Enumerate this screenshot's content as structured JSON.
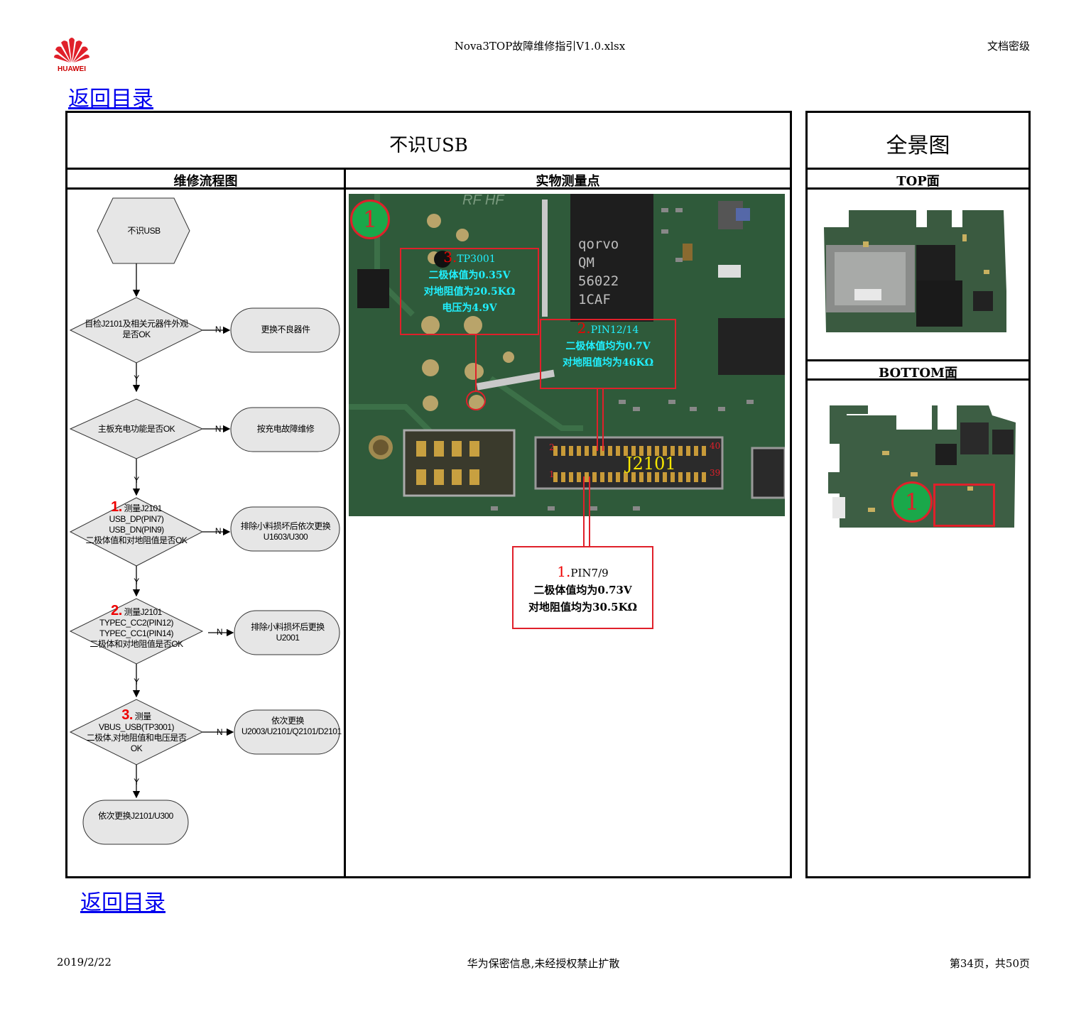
{
  "header": {
    "logo_text": "HUAWEI",
    "file_title": "Nova3TOP故障维修指引V1.0.xlsx",
    "classification": "文档密级"
  },
  "nav": {
    "back_top": "返回目录",
    "back_bottom": "返回目录"
  },
  "table": {
    "main_title": "不识USB",
    "panorama_title": "全景图",
    "col_flow": "维修流程图",
    "col_points": "实物测量点",
    "top_face": "TOP面",
    "bottom_face": "BOTTOM面"
  },
  "flow": {
    "start": "不识USB",
    "d1": "目检J2101及相关元器件外观是否OK",
    "a1": "更换不良器件",
    "d2": "主板充电功能是否OK",
    "a2": "按充电故障维修",
    "d3_num": "1.",
    "d3": "测量J2101",
    "d3_l2": "USB_DP(PIN7)",
    "d3_l3": "USB_DN(PIN9)",
    "d3_l4": "二极体值和对地阻值是否OK",
    "a3": "排除小料损坏后依次更换U1603/U300",
    "d4_num": "2.",
    "d4": "测量J2101",
    "d4_l2": "TYPEC_CC2(PIN12)",
    "d4_l3": "TYPEC_CC1(PIN14)",
    "d4_l4": "二极体和对地阻值是否OK",
    "a4": "排除小料损坏后更换U2001",
    "d5_num": "3.",
    "d5": "测量",
    "d5_l2": "VBUS_USB(TP3001)",
    "d5_l3": "二极体,对地阻值和电压是否OK",
    "a5": "依次更换U2003/U2101/Q2101/D2101",
    "end": "依次更换J2101/U300",
    "n": "N",
    "y": "Y"
  },
  "photo": {
    "badge": "1",
    "chip_lines": [
      "qorvo",
      "QM",
      "56022",
      "1CAF"
    ],
    "connector_label": "J2101",
    "pin_2": "2",
    "pin_1": "1",
    "pin_40": "40",
    "pin_39": "39",
    "silk_rf": "RF HF",
    "ann3_num": "3.",
    "ann3_title": "TP3001",
    "ann3_l1": "二极体值为0.35V",
    "ann3_l2": "对地阻值为20.5KΩ",
    "ann3_l3": "电压为4.9V",
    "ann2_num": "2.",
    "ann2_title": "PIN12/14",
    "ann2_l1": "二极体值均为0.7V",
    "ann2_l2": "对地阻值均为46KΩ",
    "ann1_num": "1.",
    "ann1_title": "PIN7/9",
    "ann1_l1": "二极体值均为0.73V",
    "ann1_l2": "对地阻值均为30.5KΩ"
  },
  "panorama": {
    "badge": "1"
  },
  "footer": {
    "date": "2019/2/22",
    "notice": "华为保密信息,未经授权禁止扩散",
    "page": "第34页，共50页"
  },
  "colors": {
    "link": "#0000ee",
    "annotation_red": "#e0202a",
    "cyan": "#20f0ff",
    "badge_green": "#1aa84a",
    "pcb_green": "#2f5a3a"
  }
}
